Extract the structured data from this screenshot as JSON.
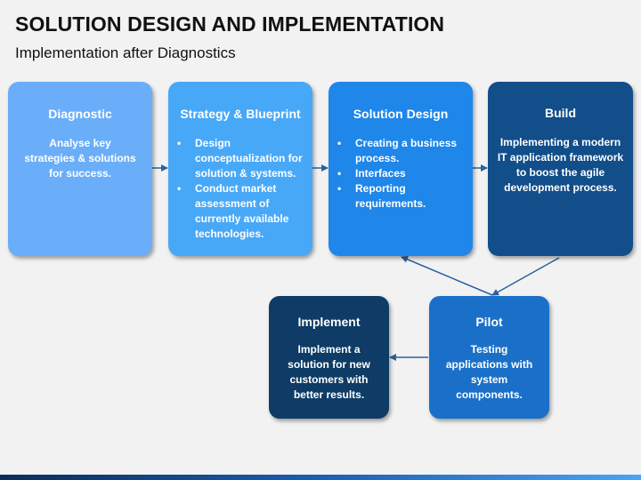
{
  "title": "SOLUTION DESIGN AND IMPLEMENTATION",
  "subtitle": "Implementation after Diagnostics",
  "steps": {
    "diagnostic": {
      "title": "Diagnostic",
      "text": "Analyse key strategies & solutions for success.",
      "color": "#6aaef9"
    },
    "strategy": {
      "title": "Strategy & Blueprint",
      "bullets": [
        "Design conceptualization for solution & systems.",
        "Conduct market assessment of currently available technologies."
      ],
      "color": "#48a8f8"
    },
    "solution": {
      "title": "Solution Design",
      "bullets": [
        "Creating a business process.",
        "Interfaces",
        "Reporting requirements."
      ],
      "color": "#1f86ea"
    },
    "build": {
      "title": "Build",
      "text": "Implementing a modern IT application framework to boost the agile development process.",
      "color": "#114e8a"
    },
    "pilot": {
      "title": "Pilot",
      "text": "Testing applications with system components.",
      "color": "#1a70c8"
    },
    "implement": {
      "title": "Implement",
      "text": "Implement a solution for new customers with better results.",
      "color": "#0e3c66"
    }
  },
  "connector_color": "#2e5f9e"
}
